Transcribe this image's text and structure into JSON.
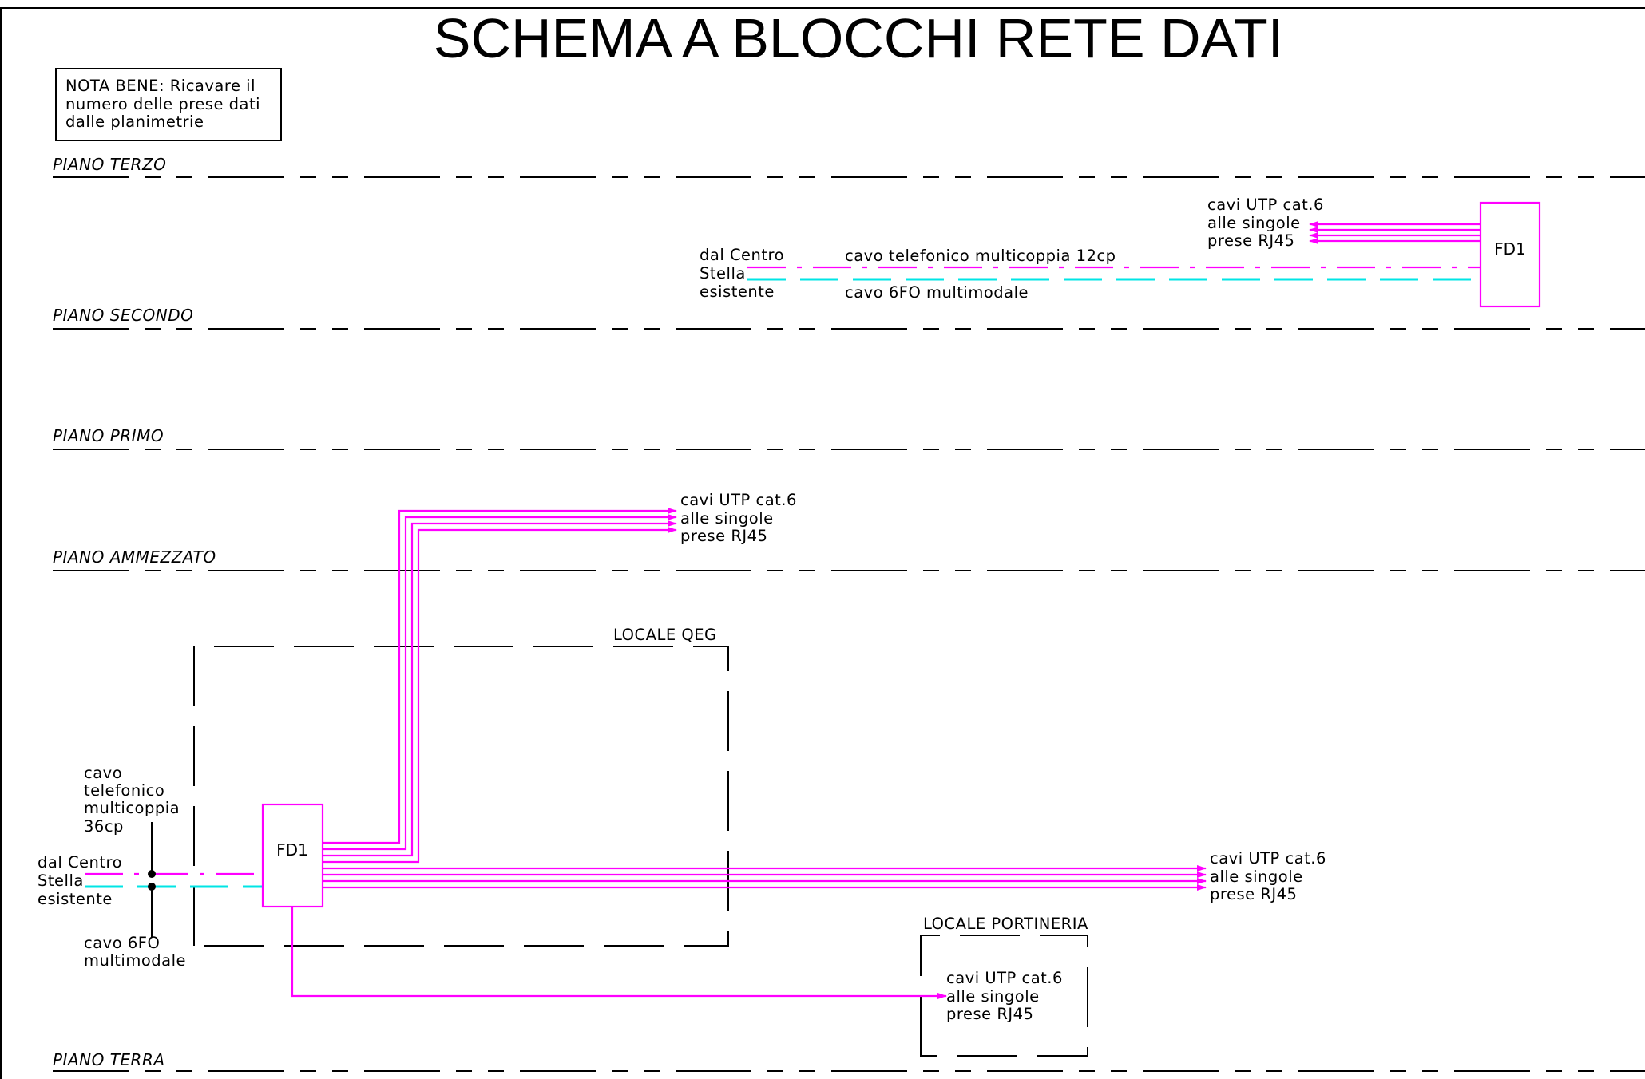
{
  "title": "SCHEMA A BLOCCHI RETE DATI",
  "note": {
    "lines": [
      "NOTA BENE: Ricavare il",
      "numero delle prese dati",
      "dalle planimetrie"
    ]
  },
  "floors": {
    "terzo": "PIANO TERZO",
    "secondo": "PIANO SECONDO",
    "primo": "PIANO PRIMO",
    "ammezzato": "PIANO AMMEZZATO",
    "terra": "PIANO TERRA"
  },
  "upper": {
    "source": [
      "dal Centro",
      "Stella",
      "esistente"
    ],
    "phone_cable": "cavo telefonico multicoppia 12cp",
    "fiber_cable": "cavo 6FO multimodale",
    "utp": [
      "cavi UTP cat.6",
      "alle singole",
      "prese RJ45"
    ],
    "fd": "FD1"
  },
  "lower": {
    "phone_cable": [
      "cavo",
      "telefonico",
      "multicoppia",
      "36cp"
    ],
    "source": [
      "dal Centro",
      "Stella",
      "esistente"
    ],
    "fiber_cable": [
      "cavo 6FO",
      "multimodale"
    ],
    "fd": "FD1",
    "room_qeg": "LOCALE QEG",
    "room_portineria": "LOCALE PORTINERIA",
    "utp_up": [
      "cavi UTP cat.6",
      "alle singole",
      "prese RJ45"
    ],
    "utp_right": [
      "cavi UTP cat.6",
      "alle singole",
      "prese RJ45"
    ],
    "utp_portineria": [
      "cavi UTP cat.6",
      "alle singole",
      "prese RJ45"
    ]
  },
  "colors": {
    "data_cable": "#ff00ff",
    "fiber_cable": "#00e5e5",
    "lines": "#000000"
  }
}
